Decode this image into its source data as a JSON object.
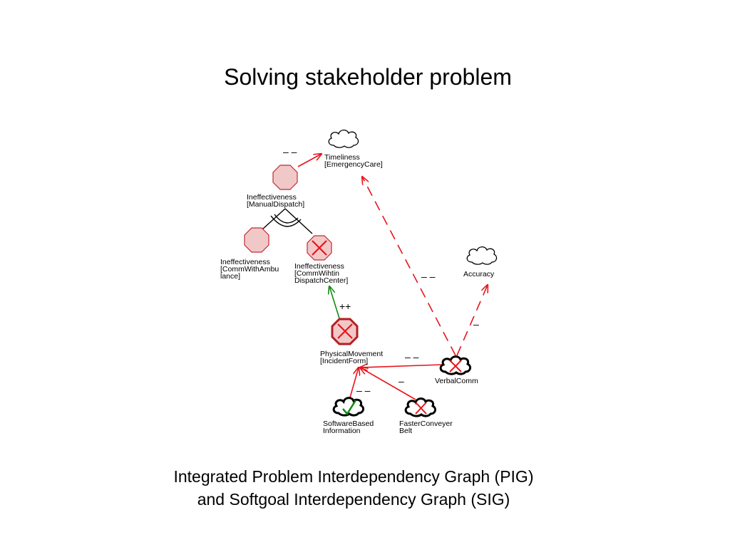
{
  "title": "Solving stakeholder problem",
  "caption": {
    "line1": "Integrated Problem Interdependency Graph (PIG)",
    "line2": "and Softgoal Interdependency Graph (SIG)"
  },
  "colors": {
    "negative_link": "#e8141a",
    "positive_link": "#118a11",
    "problem_fill": "#f0c8c8",
    "problem_stroke": "#c8282d",
    "denied_mark": "#e8141a",
    "satisficed_mark": "#118a11"
  },
  "nodes": {
    "timeliness": {
      "line1": "Timeliness",
      "line2": "[EmergencyCare]",
      "icon": "cloud-icon"
    },
    "accuracy": {
      "line1": "Accuracy",
      "icon": "cloud-icon"
    },
    "ineff_manual": {
      "line1": "Ineffectiveness",
      "line2": "[ManualDispatch]",
      "icon": "octagon-icon"
    },
    "ineff_ambulance": {
      "line1": "Ineffectiveness",
      "line2": "[CommWithAmbu",
      "line3": "lance]",
      "icon": "octagon-icon"
    },
    "ineff_dispatch": {
      "line1": "Ineffectiveness",
      "line2": "[CommWihtin",
      "line3": "DispatchCenter]",
      "icon": "octagon-denied-icon"
    },
    "physical_movement": {
      "line1": "PhysicalMovement",
      "line2": "[IncidentForm]",
      "icon": "octagon-denied-icon"
    },
    "verbal_comm": {
      "line1": "VerbalComm",
      "icon": "cloud-denied-icon"
    },
    "software_based": {
      "line1": "SoftwareBased",
      "line2": "Information",
      "icon": "cloud-satisficed-icon"
    },
    "faster_conveyer": {
      "line1": "FasterConveyer",
      "line2": "Belt",
      "icon": "cloud-denied-icon"
    }
  },
  "links": {
    "manual_to_timeliness": "– –",
    "dispatch_from_physical": "++",
    "verbal_to_timeliness": "– –",
    "verbal_to_accuracy": "–",
    "verbal_to_physical": "– –",
    "conveyer_to_physical": "–",
    "software_to_physical": "– –"
  }
}
